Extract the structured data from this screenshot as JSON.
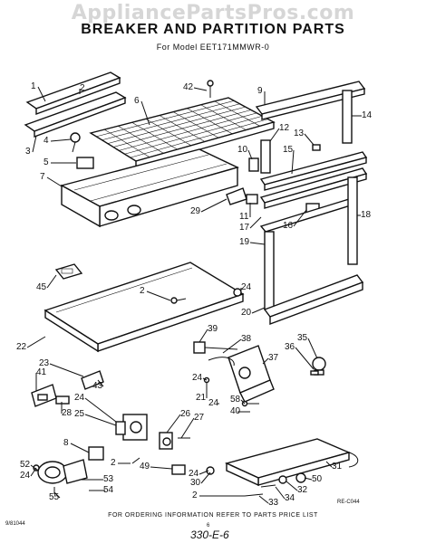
{
  "watermark": "AppliancePartsPros.com",
  "title": "BREAKER AND PARTITION PARTS",
  "subtitle": "For Model EET171MMWR-0",
  "callouts": [
    "1",
    "2",
    "3",
    "4",
    "5",
    "6",
    "7",
    "42",
    "9",
    "14",
    "12",
    "13",
    "10",
    "15",
    "29",
    "11",
    "17",
    "16",
    "18",
    "19",
    "45",
    "2",
    "24",
    "20",
    "22",
    "39",
    "38",
    "36",
    "35",
    "23",
    "41",
    "43",
    "24",
    "37",
    "21",
    "24",
    "58",
    "40",
    "28",
    "24",
    "25",
    "26",
    "27",
    "8",
    "2",
    "49",
    "24",
    "30",
    "31",
    "50",
    "52",
    "24",
    "32",
    "53",
    "34",
    "54",
    "55",
    "2",
    "33"
  ],
  "drawing_code": "RE-C044",
  "footer_note": "FOR ORDERING INFORMATION REFER TO PARTS PRICE LIST",
  "corner_code": "9/81044",
  "page_number": "6",
  "page_code": "330-E-6"
}
